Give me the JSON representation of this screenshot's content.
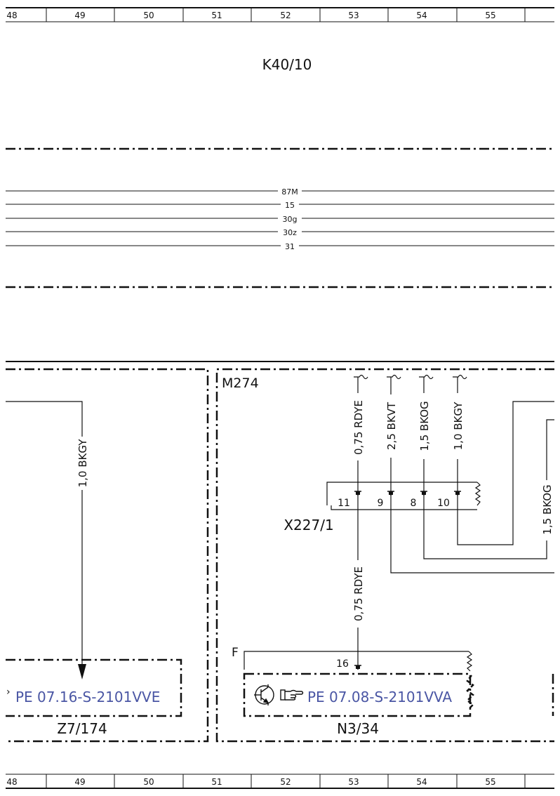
{
  "ruler": {
    "columns": [
      "48",
      "49",
      "50",
      "51",
      "52",
      "53",
      "54",
      "55"
    ]
  },
  "relay": {
    "label": "K40/10"
  },
  "bus": {
    "lines": [
      "87M",
      "15",
      "30g",
      "30z",
      "31"
    ]
  },
  "left_module": {
    "wire": "1,0 BKGY",
    "ref_link": "PE 07.16-S-2101VVE",
    "label": "Z7/174"
  },
  "engine": {
    "label": "M274",
    "connector": {
      "label": "X227/1",
      "pins": [
        {
          "pin": "11",
          "wire": "0,75 RDYE"
        },
        {
          "pin": "9",
          "wire": "2,5 BKVT"
        },
        {
          "pin": "8",
          "wire": "1,5 BKOG"
        },
        {
          "pin": "10",
          "wire": "1,0 BKGY"
        }
      ]
    },
    "right_wire": "1,5 BKOG",
    "lower_wire": "0,75 RDYE",
    "ecu": {
      "label": "N3/34",
      "fuse_label": "F",
      "pin": "16",
      "ref_link": "PE 07.08-S-2101VVA",
      "icons": [
        "transistor-icon",
        "pointing-hand-icon"
      ]
    }
  }
}
